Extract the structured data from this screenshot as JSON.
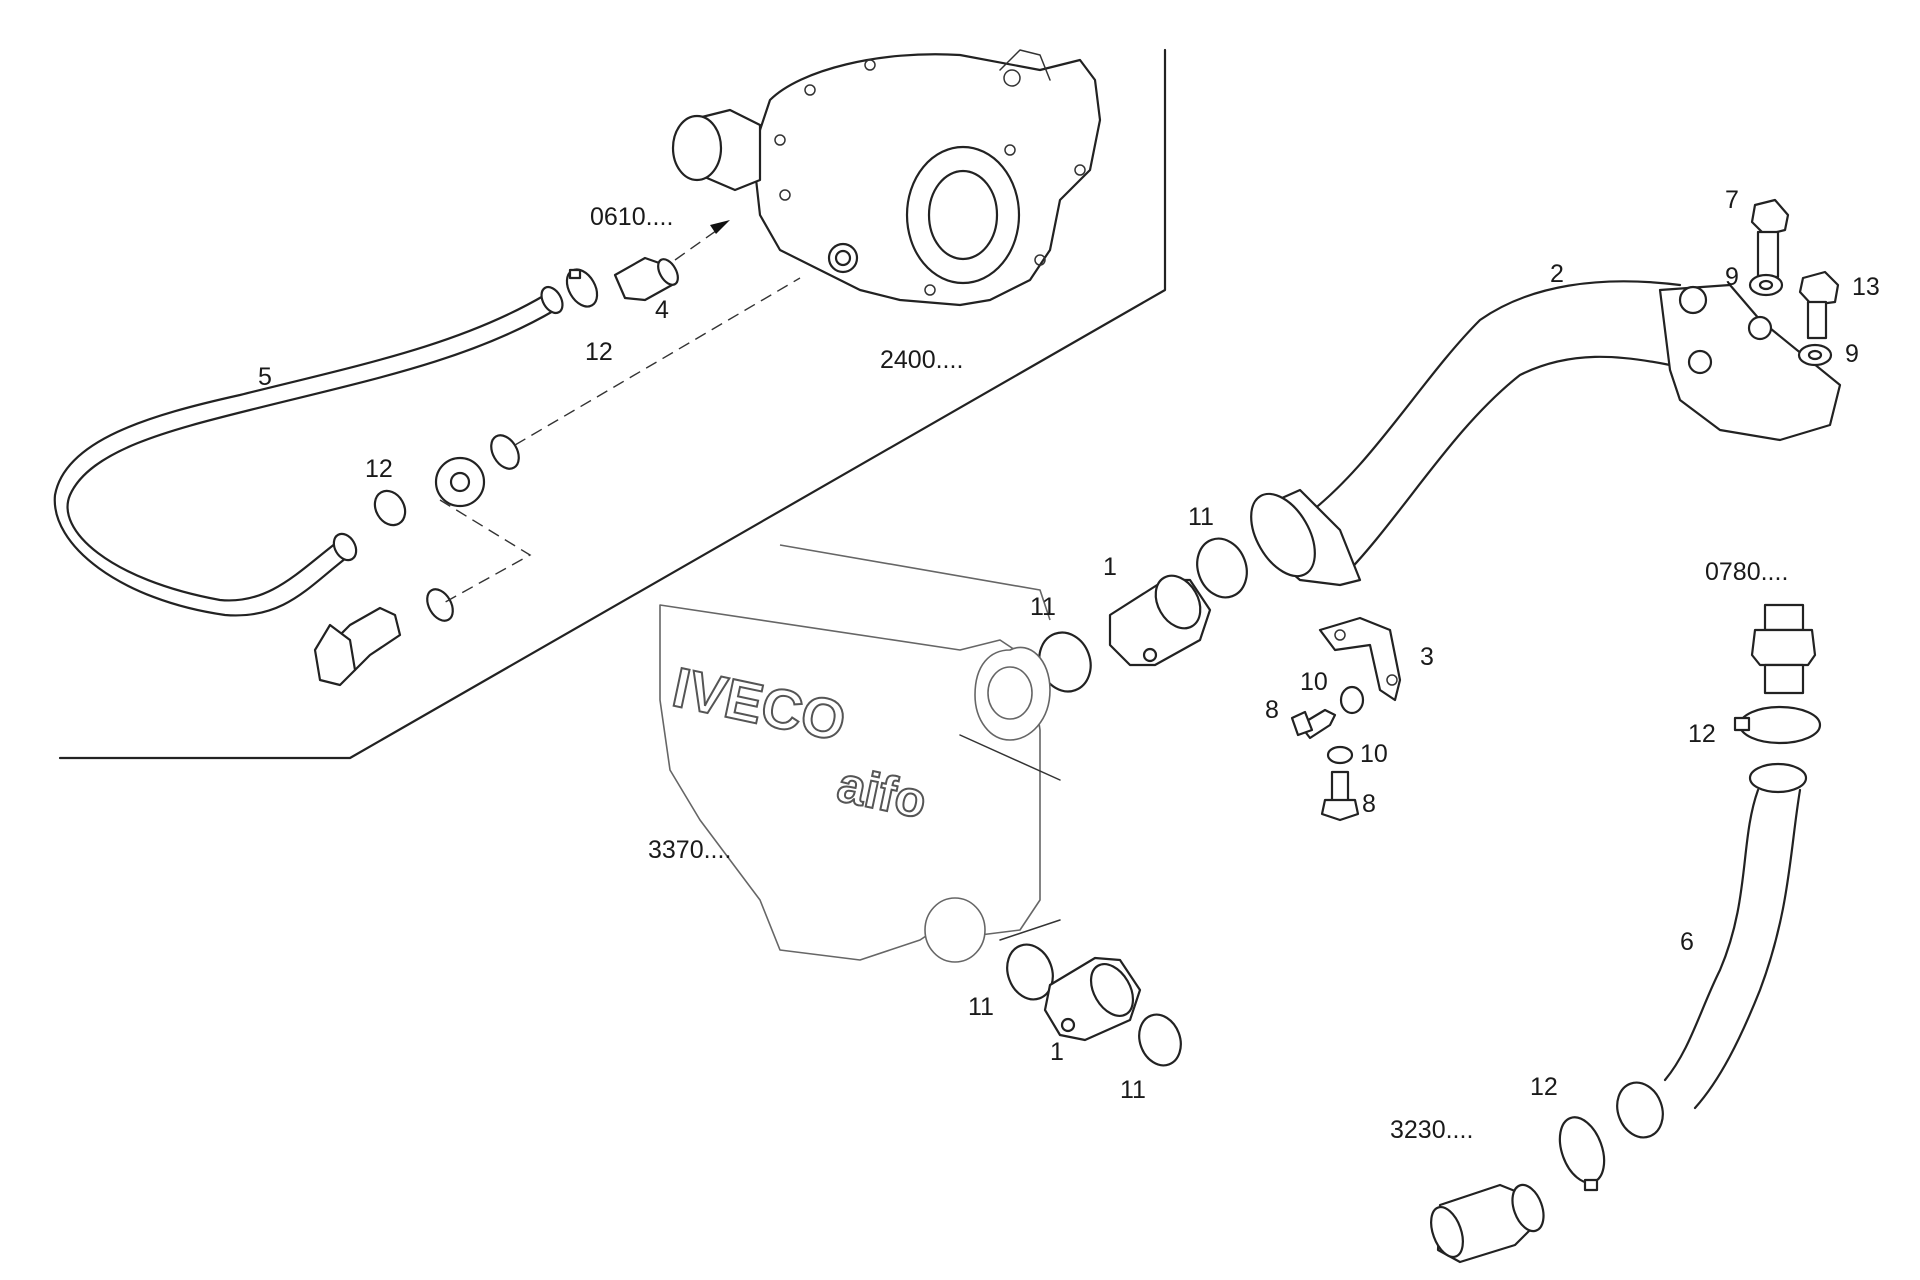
{
  "callouts": [
    {
      "id": "c5",
      "text": "5"
    },
    {
      "id": "c12a",
      "text": "12"
    },
    {
      "id": "c4",
      "text": "4"
    },
    {
      "id": "c0610",
      "text": "0610...."
    },
    {
      "id": "c2400",
      "text": "2400...."
    },
    {
      "id": "c12b",
      "text": "12"
    },
    {
      "id": "c2",
      "text": "2"
    },
    {
      "id": "c7",
      "text": "7"
    },
    {
      "id": "c9a",
      "text": "9"
    },
    {
      "id": "c13",
      "text": "13"
    },
    {
      "id": "c9b",
      "text": "9"
    },
    {
      "id": "c11a",
      "text": "11"
    },
    {
      "id": "c1a",
      "text": "1"
    },
    {
      "id": "c11b",
      "text": "11"
    },
    {
      "id": "c3",
      "text": "3"
    },
    {
      "id": "c10a",
      "text": "10"
    },
    {
      "id": "c8a",
      "text": "8"
    },
    {
      "id": "c10b",
      "text": "10"
    },
    {
      "id": "c8b",
      "text": "8"
    },
    {
      "id": "c0780",
      "text": "0780...."
    },
    {
      "id": "c12c",
      "text": "12"
    },
    {
      "id": "c6",
      "text": "6"
    },
    {
      "id": "c3370",
      "text": "3370...."
    },
    {
      "id": "c11c",
      "text": "11"
    },
    {
      "id": "c1b",
      "text": "1"
    },
    {
      "id": "c11d",
      "text": "11"
    },
    {
      "id": "c12d",
      "text": "12"
    },
    {
      "id": "c3230",
      "text": "3230...."
    }
  ],
  "logo": {
    "brand": "IVECO",
    "sub": "aifo"
  }
}
